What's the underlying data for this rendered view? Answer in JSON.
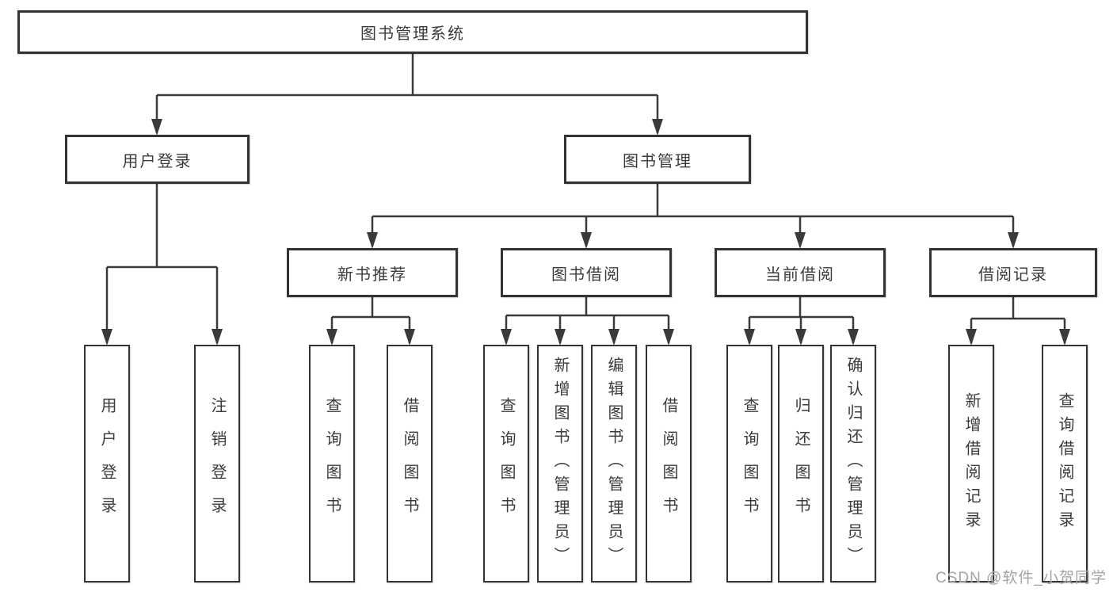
{
  "colors": {
    "line": "#3a3a3a",
    "border": "#333333",
    "text": "#3b3b3b",
    "watermark": "#a3a3a3",
    "background": "#ffffff"
  },
  "watermark": "CSDN @软件_小贺同学",
  "tree": {
    "root": {
      "label": "图书管理系统"
    },
    "children": [
      {
        "label": "用户登录",
        "children": [
          {
            "label": "用户登录"
          },
          {
            "label": "注销登录"
          }
        ]
      },
      {
        "label": "图书管理",
        "children": [
          {
            "label": "新书推荐",
            "children": [
              {
                "label": "查询图书"
              },
              {
                "label": "借阅图书"
              }
            ]
          },
          {
            "label": "图书借阅",
            "children": [
              {
                "label": "查询图书"
              },
              {
                "label": "新增图书（管理员）"
              },
              {
                "label": "编辑图书（管理员）"
              },
              {
                "label": "借阅图书"
              }
            ]
          },
          {
            "label": "当前借阅",
            "children": [
              {
                "label": "查询图书"
              },
              {
                "label": "归还图书"
              },
              {
                "label": "确认归还（管理员）"
              }
            ]
          },
          {
            "label": "借阅记录",
            "children": [
              {
                "label": "新增借阅记录"
              },
              {
                "label": "查询借阅记录"
              }
            ]
          }
        ]
      }
    ]
  }
}
